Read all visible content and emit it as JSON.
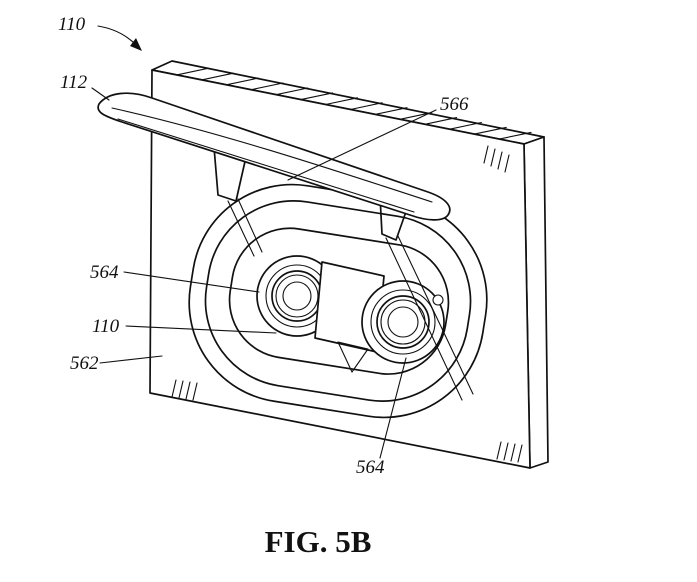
{
  "figure": {
    "caption": "FIG. 5B",
    "line_color": "#111111",
    "background_color": "#ffffff",
    "labels": {
      "top_110": "110",
      "left_112": "112",
      "right_566": "566",
      "left_564": "564",
      "mid_110": "110",
      "left_562": "562",
      "bottom_564": "564"
    }
  }
}
